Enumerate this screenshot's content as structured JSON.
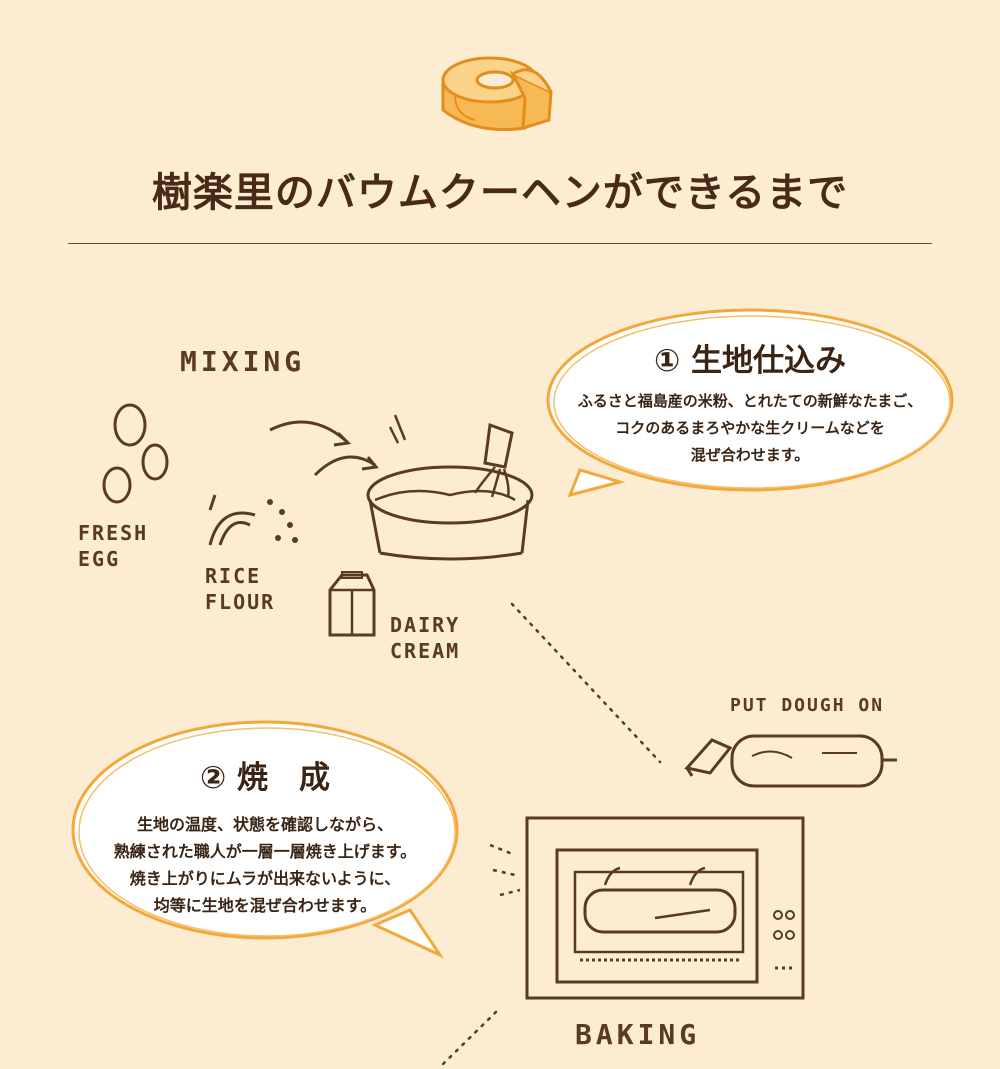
{
  "title": "樹楽里のバウムクーヘンができるまで",
  "colors": {
    "background": "#fcedd2",
    "accent": "#f2a83a",
    "ink": "#5a3a24"
  },
  "step1": {
    "label": "MIXING",
    "heading": "① 生地仕込み",
    "lines": [
      "ふるさと福島産の米粉、とれたての新鮮なたまご、",
      "コクのあるまろやかな生クリームなどを",
      "混ぜ合わせます。"
    ],
    "ingredients": {
      "egg_1": "FRESH",
      "egg_2": "EGG",
      "rice_1": "RICE",
      "rice_2": "FLOUR",
      "cream_1": "DAIRY",
      "cream_2": "CREAM"
    }
  },
  "put_dough": "PUT DOUGH ON",
  "step2": {
    "label": "BAKING",
    "heading": "② 焼　成",
    "lines": [
      "生地の温度、状態を確認しながら、",
      "熟練された職人が一層一層焼き上げます。",
      "焼き上がりにムラが出来ないように、",
      "均等に生地を混ぜ合わせます。"
    ]
  }
}
